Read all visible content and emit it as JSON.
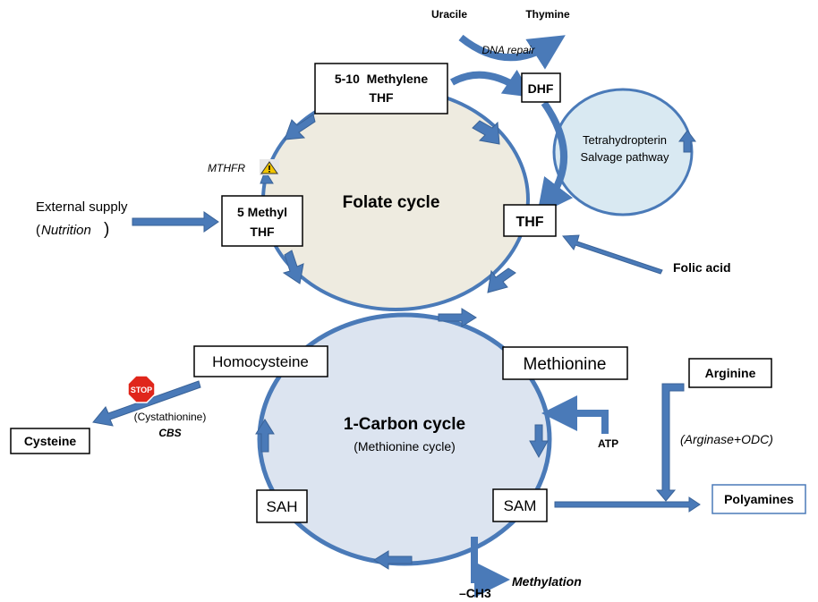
{
  "folate_cycle": {
    "title": "Folate cycle",
    "methylene_thf_line1": "5-10  Methylene",
    "methylene_thf_line2": "THF",
    "methyl_thf_line1": "5 Methyl",
    "methyl_thf_line2": "THF",
    "thf": "THF",
    "dhf": "DHF",
    "mthfr": "MTHFR"
  },
  "dna": {
    "uracile": "Uracile",
    "thymine": "Thymine",
    "dna_repair": "DNA repair"
  },
  "salvage": {
    "line1": "Tetrahydropterin",
    "line2": "Salvage pathway"
  },
  "external": {
    "line1": "External supply",
    "paren_open": "(",
    "nutrition": "Nutrition",
    "paren_close": ")"
  },
  "folic_acid": "Folic acid",
  "carbon_cycle": {
    "title": "1-Carbon cycle",
    "subtitle": "(Methionine cycle)",
    "homocysteine": "Homocysteine",
    "methionine": "Methionine",
    "sah": "SAH",
    "sam": "SAM",
    "atp": "ATP",
    "ch3": "–CH3",
    "methylation": "Methylation"
  },
  "cysteine_path": {
    "stop": "STOP",
    "cystathionine": "(Cystathionine)",
    "cbs": "CBS",
    "cysteine": "Cysteine"
  },
  "polyamine_path": {
    "arginine": "Arginine",
    "enzyme": "(Arginase+ODC)",
    "polyamines": "Polyamines"
  },
  "colors": {
    "arrow_blue": "#4a7ab8",
    "folate_fill": "#eeebe0",
    "carbon_fill": "#dce4f0",
    "salvage_fill": "#d9e9f2",
    "stop_red": "#e0261b"
  }
}
